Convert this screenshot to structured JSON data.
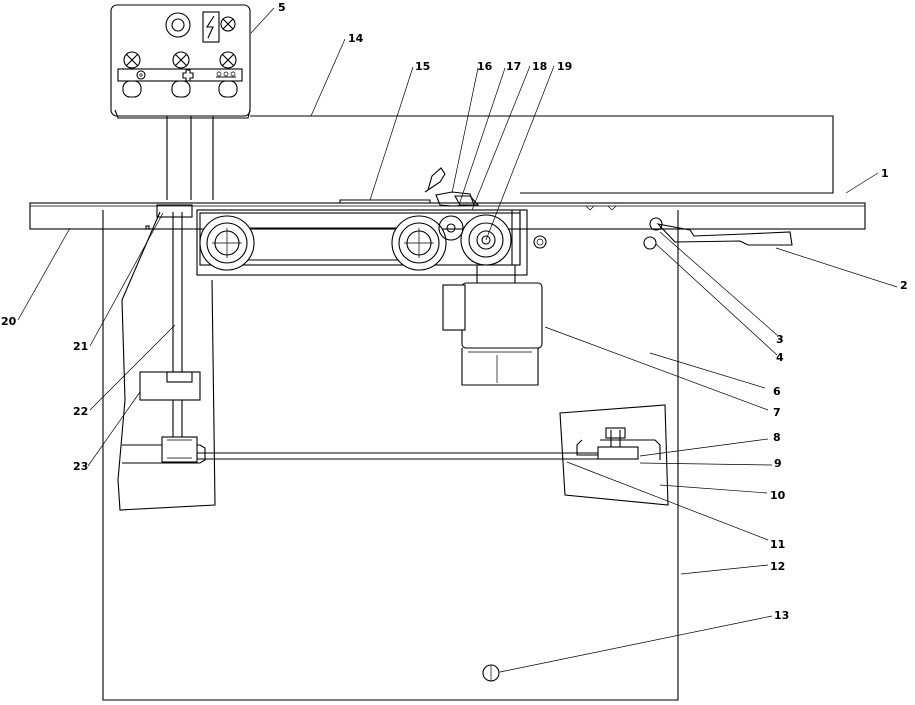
{
  "figure": {
    "callouts": [
      {
        "id": "1",
        "text": "1"
      },
      {
        "id": "2",
        "text": "2"
      },
      {
        "id": "3",
        "text": "3"
      },
      {
        "id": "4",
        "text": "4"
      },
      {
        "id": "5",
        "text": "5"
      },
      {
        "id": "6",
        "text": "6"
      },
      {
        "id": "7",
        "text": "7"
      },
      {
        "id": "8",
        "text": "8"
      },
      {
        "id": "9",
        "text": "9"
      },
      {
        "id": "10",
        "text": "10"
      },
      {
        "id": "11",
        "text": "11"
      },
      {
        "id": "12",
        "text": "12"
      },
      {
        "id": "13",
        "text": "13"
      },
      {
        "id": "14",
        "text": "14"
      },
      {
        "id": "15",
        "text": "15"
      },
      {
        "id": "16",
        "text": "16"
      },
      {
        "id": "17",
        "text": "17"
      },
      {
        "id": "18",
        "text": "18"
      },
      {
        "id": "19",
        "text": "19"
      },
      {
        "id": "20",
        "text": "20"
      },
      {
        "id": "21",
        "text": "21"
      },
      {
        "id": "22",
        "text": "22"
      },
      {
        "id": "23",
        "text": "23"
      }
    ],
    "control_panel": {
      "icons": [
        "power-knob-icon",
        "lightning-warning-icon",
        "indicator-lamp-icon",
        "push-button-icon",
        "feed-symbol-icon",
        "table-height-symbol-icon",
        "conveyor-symbol-icon"
      ]
    }
  }
}
